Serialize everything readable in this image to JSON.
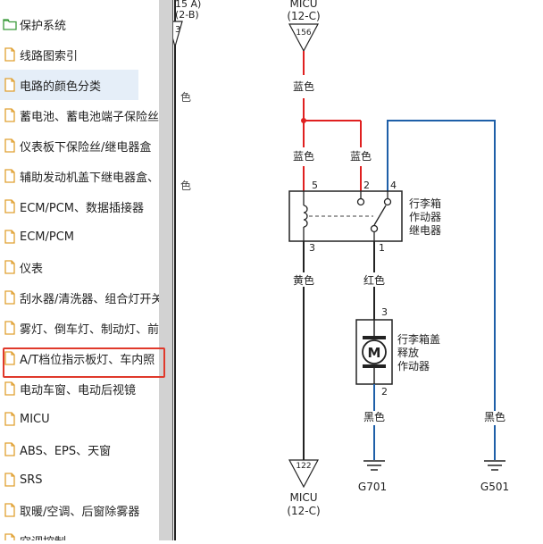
{
  "sidebar": {
    "items": [
      {
        "label": "保护系统",
        "icon": "folder-icon"
      },
      {
        "label": "线路图索引",
        "icon": "document-icon"
      },
      {
        "label": "电路的颜色分类",
        "icon": "document-icon",
        "selected": true
      },
      {
        "label": "蓄电池、蓄电池端子保险丝",
        "icon": "document-icon"
      },
      {
        "label": "仪表板下保险丝/继电器盒",
        "icon": "document-icon"
      },
      {
        "label": "辅助发动机盖下继电器盒、",
        "icon": "document-icon"
      },
      {
        "label": "ECM/PCM、数据插接器",
        "icon": "document-icon"
      },
      {
        "label": "ECM/PCM",
        "icon": "document-icon"
      },
      {
        "label": "仪表",
        "icon": "document-icon"
      },
      {
        "label": "刮水器/清洗器、组合灯开关",
        "icon": "document-icon"
      },
      {
        "label": "雾灯、倒车灯、制动灯、前",
        "icon": "document-icon"
      },
      {
        "label": "A/T档位指示板灯、车内照",
        "icon": "document-icon",
        "highlighted": true
      },
      {
        "label": "电动车窗、电动后视镜",
        "icon": "document-icon"
      },
      {
        "label": "MICU",
        "icon": "document-icon"
      },
      {
        "label": "ABS、EPS、天窗",
        "icon": "document-icon"
      },
      {
        "label": "SRS",
        "icon": "document-icon"
      },
      {
        "label": "取暖/空调、后窗除雾器",
        "icon": "document-icon"
      },
      {
        "label": "空调控制",
        "icon": "document-icon"
      }
    ]
  },
  "diagram": {
    "left_fragment": {
      "line1": "15 A)",
      "line2": "(2-B)",
      "pin": "3",
      "color1": "色",
      "color2": "色"
    },
    "top_connector": {
      "name": "MICU",
      "ref": "(12-C)",
      "pin": "156"
    },
    "bottom_connector": {
      "name": "MICU",
      "ref": "(12-C)",
      "pin": "122"
    },
    "wire_colors": {
      "blue_top": "蓝色",
      "blue_left": "蓝色",
      "blue_mid": "蓝色",
      "yellow": "黄色",
      "red": "红色",
      "black_motor": "黑色",
      "black_right": "黑色"
    },
    "relay": {
      "label_lines": [
        "行李箱",
        "作动器",
        "继电器"
      ],
      "pins": [
        "5",
        "2",
        "4",
        "3",
        "1"
      ]
    },
    "motor": {
      "label_lines": [
        "行李箱盖",
        "释放",
        "作动器"
      ],
      "symbol": "M",
      "pin_top": "3",
      "pin_bottom": "2"
    },
    "grounds": {
      "g1": "G701",
      "g2": "G501"
    },
    "colors": {
      "red": "#e02020",
      "blue": "#1e5fa8",
      "black": "#222222",
      "highlight": "#e0392b"
    }
  }
}
